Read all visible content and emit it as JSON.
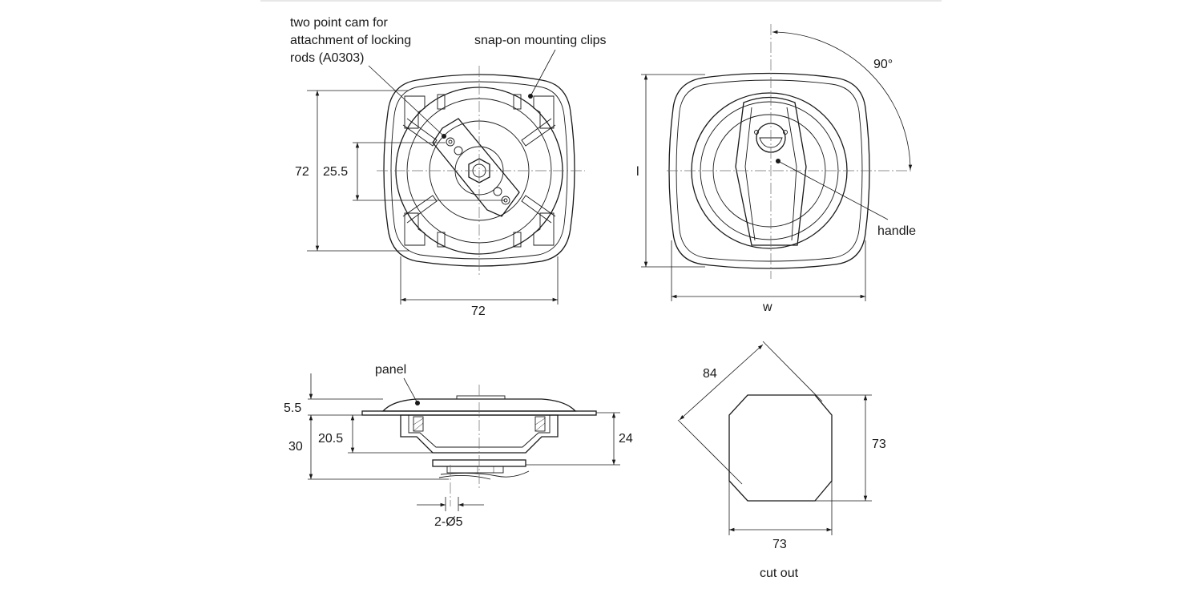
{
  "annotations": {
    "cam_line1": "two point cam for",
    "cam_line2": "attachment of locking",
    "cam_line3": "rods (A0303)",
    "clips": "snap-on mounting clips",
    "handle": "handle",
    "panel": "panel",
    "cut_out": "cut out"
  },
  "dimensions": {
    "back_height": "72",
    "cam_spacing": "25.5",
    "back_width": "72",
    "front_length": "l",
    "front_width": "w",
    "rotation": "90°",
    "flange": "5.5",
    "total_depth": "30",
    "body_depth": "20.5",
    "depth_24": "24",
    "holes": "2-Ø5",
    "diagonal": "84",
    "cut_height": "73",
    "cut_width": "73"
  }
}
